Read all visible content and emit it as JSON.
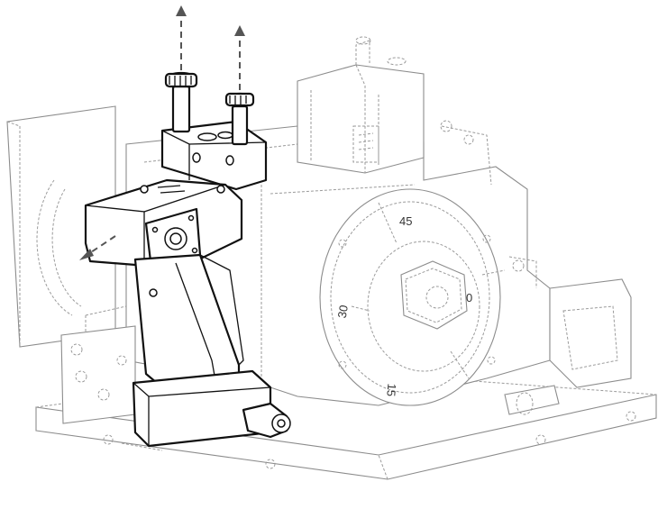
{
  "diagram": {
    "dial_labels": [
      "45",
      "30",
      "0",
      "15"
    ],
    "colors": {
      "background": "#ffffff",
      "highlight_stroke": "#111111",
      "ghost_stroke": "#9a9a9a",
      "arrow": "#555555"
    }
  }
}
